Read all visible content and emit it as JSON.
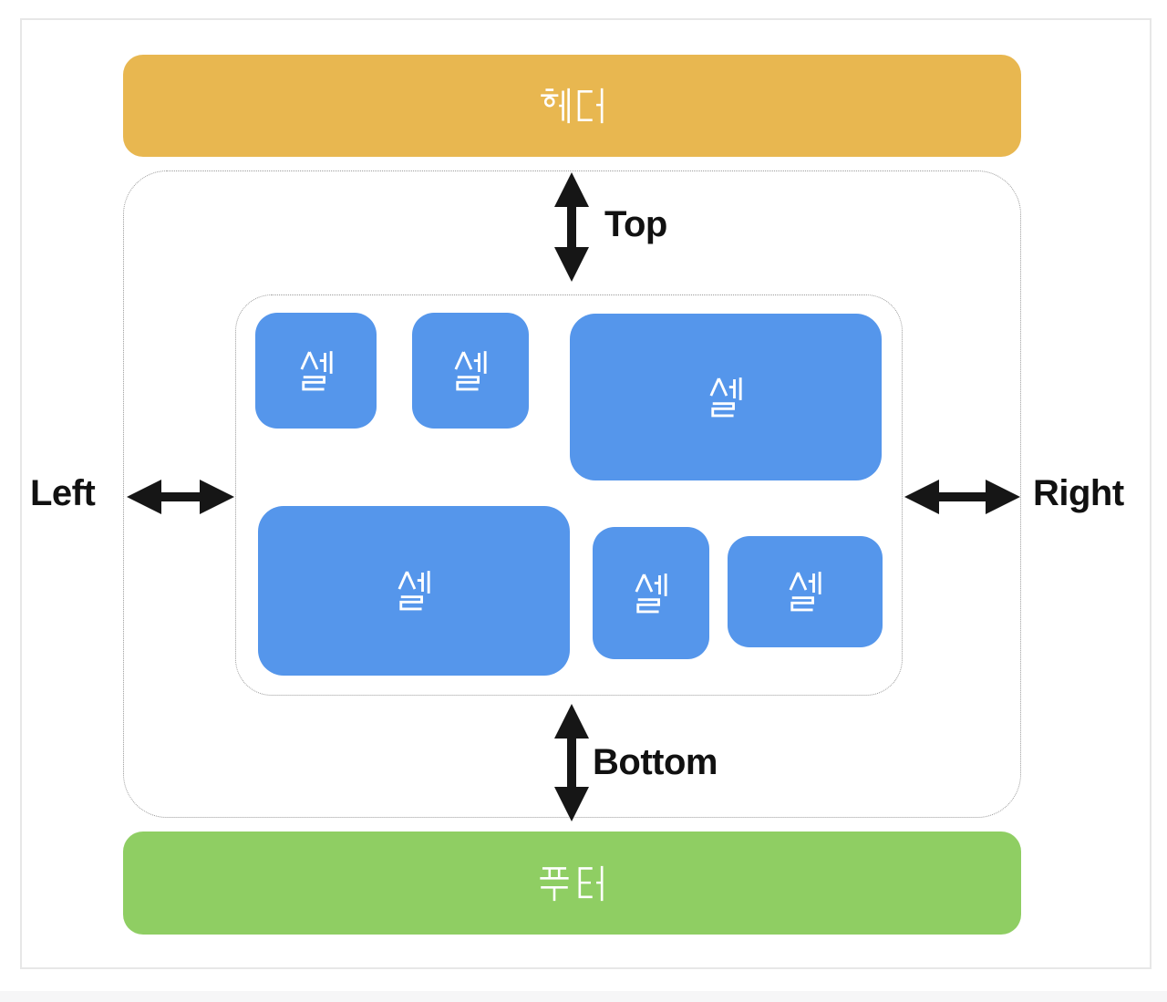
{
  "header": {
    "label": "헤더"
  },
  "footer": {
    "label": "푸터"
  },
  "insets": {
    "top_label": "Top",
    "left_label": "Left",
    "right_label": "Right",
    "bottom_label": "Bottom"
  },
  "cells": [
    {
      "label": "셀"
    },
    {
      "label": "셀"
    },
    {
      "label": "셀"
    },
    {
      "label": "셀"
    },
    {
      "label": "셀"
    },
    {
      "label": "셀"
    }
  ],
  "icons": {
    "top_arrow": "vertical-double-arrow",
    "bottom_arrow": "vertical-double-arrow",
    "left_arrow": "horizontal-double-arrow",
    "right_arrow": "horizontal-double-arrow"
  },
  "colors": {
    "header_bg": "#E8B750",
    "footer_bg": "#8FCE63",
    "cell_bg": "#5596EB",
    "inset_label": "#111111",
    "arrow": "#161616",
    "dotted_border": "#9B9B9B",
    "panel_border": "#E7E7E7"
  }
}
